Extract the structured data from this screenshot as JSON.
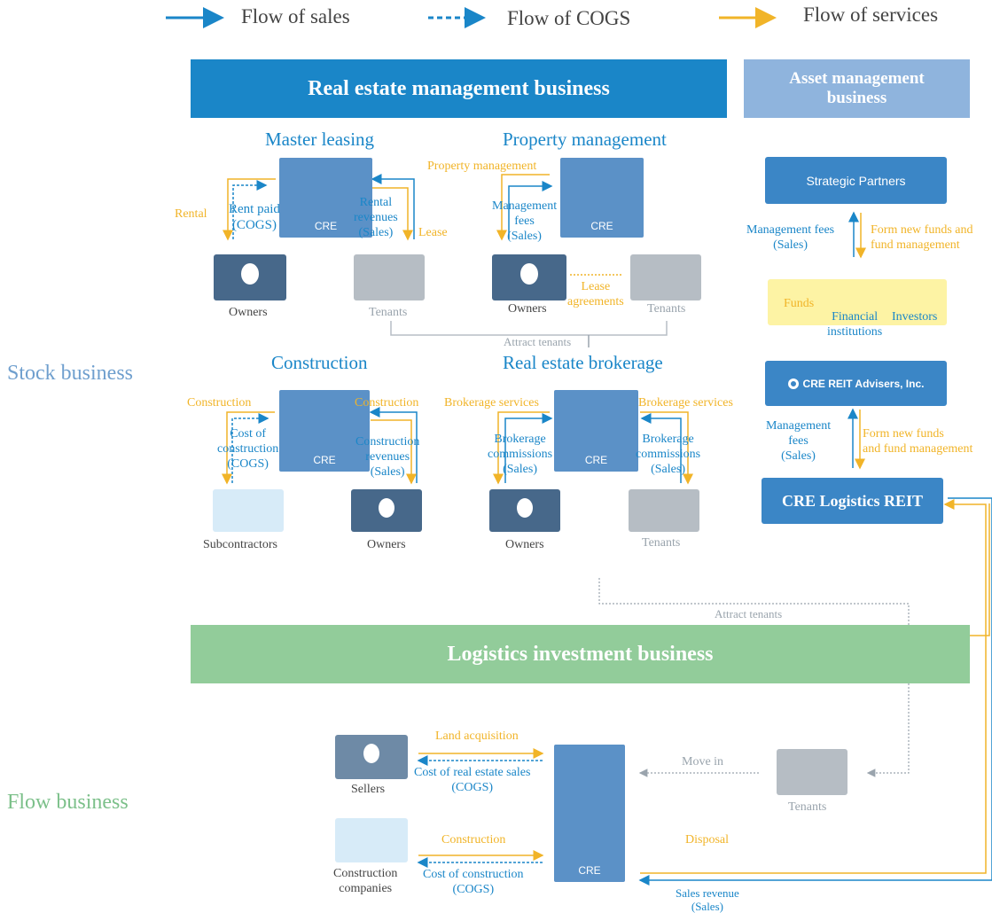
{
  "legend": {
    "sales": "Flow of sales",
    "cogs": "Flow of COGS",
    "services": "Flow of services"
  },
  "colors": {
    "sales": "#1a86c8",
    "services": "#f1b428",
    "attract": "#9aa4ad",
    "real_estate_banner": "#1a86c8",
    "asset_banner": "#8fb4dd",
    "logistics_banner": "#92cc9a"
  },
  "banners": {
    "real_estate": "Real estate management business",
    "asset_management": "Asset management business",
    "logistics": "Logistics investment business"
  },
  "row_labels": {
    "stock": "Stock business",
    "flow": "Flow business"
  },
  "master_leasing": {
    "title": "Master leasing",
    "rental": "Rental",
    "rent_paid": "Rent paid\n(COGS)",
    "rental_revenues": "Rental\nrevenues\n(Sales)",
    "lease": "Lease",
    "owners": "Owners",
    "tenants": "Tenants"
  },
  "property_management": {
    "title": "Property management",
    "service": "Property management",
    "management_fees": "Management\nfees\n(Sales)",
    "lease_agreements": "Lease\nagreements",
    "owners": "Owners",
    "tenants": "Tenants"
  },
  "attract_tenants_top": "Attract tenants",
  "construction": {
    "title": "Construction",
    "service_left": "Construction",
    "service_right": "Construction",
    "cost": "Cost of\nconstruction\n(COGS)",
    "revenues": "Construction\nrevenues\n(Sales)",
    "subcontractors": "Subcontractors",
    "owners": "Owners"
  },
  "brokerage": {
    "title": "Real estate brokerage",
    "service_left": "Brokerage services",
    "service_right": "Brokerage services",
    "commission_left": "Brokerage\ncommissions\n(Sales)",
    "commission_right": "Brokerage\ncommissions\n(Sales)",
    "owners": "Owners",
    "tenants": "Tenants"
  },
  "asset": {
    "strategic_partners": "Strategic  Partners",
    "mgmt_fees_1": "Management fees\n(Sales)",
    "form_funds_1": "Form new funds and\nfund management",
    "funds": "Funds",
    "financial_institutions": "Financial\ninstitutions",
    "investors": "Investors",
    "cre_reit_advisers": "CRE REIT Advisers, Inc.",
    "mgmt_fees_2": "Management\nfees\n(Sales)",
    "form_funds_2": "Form new funds\nand fund management",
    "cre_logistics_reit": "CRE Logistics REIT"
  },
  "cre_label": "CRE",
  "attract_tenants_mid": "Attract tenants",
  "logistics": {
    "land_acquisition": "Land acquisition",
    "cost_real_estate": "Cost of real estate sales\n(COGS)",
    "construction": "Construction",
    "cost_construction": "Cost of construction\n(COGS)",
    "sellers": "Sellers",
    "construction_companies": "Construction\ncompanies",
    "move_in": "Move in",
    "tenants": "Tenants",
    "disposal": "Disposal",
    "sales_revenue": "Sales revenue\n(Sales)",
    "cre": "CRE"
  }
}
